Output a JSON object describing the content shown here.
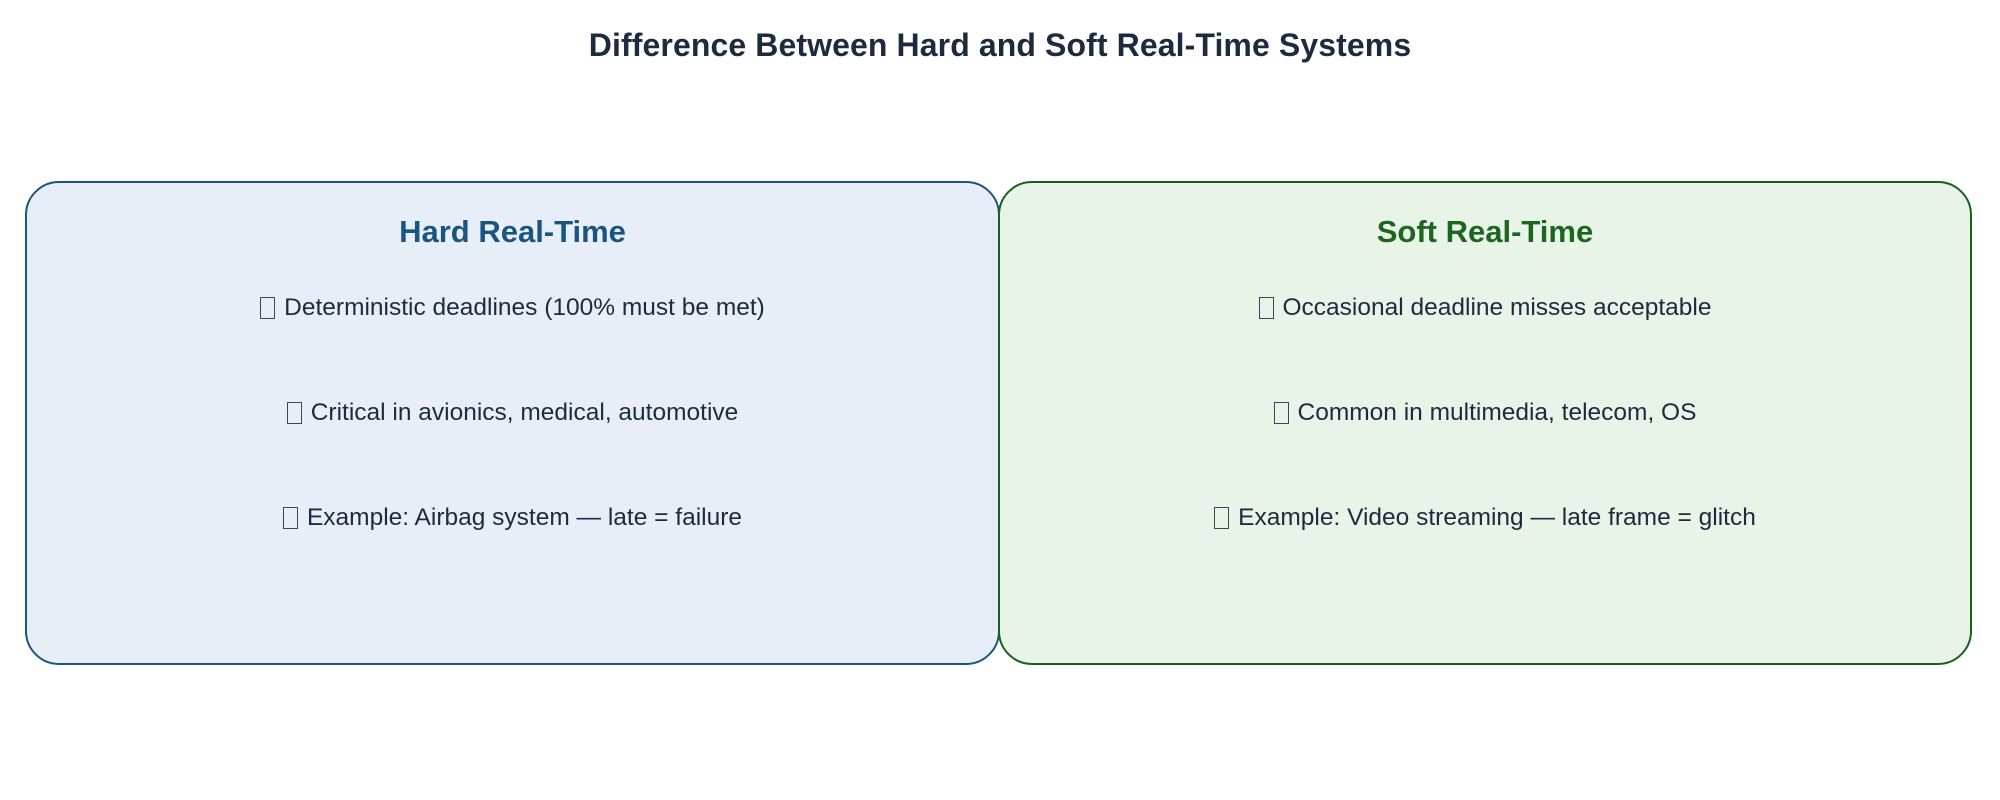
{
  "page": {
    "title": "Difference Between Hard and Soft Real-Time Systems",
    "background_color": "#ffffff",
    "title_color": "#1e2b3e"
  },
  "cards": [
    {
      "id": "hard-real-time",
      "title": "Hard Real-Time",
      "title_color": "#1a5582",
      "fill_color": "#e8eef7",
      "border_color": "#1f5582",
      "bullet_icon": "missing-glyph-box",
      "bullets": [
        "Deterministic deadlines (100% must be met)",
        "Critical in avionics, medical, automotive",
        "Example: Airbag system — late = failure"
      ]
    },
    {
      "id": "soft-real-time",
      "title": "Soft Real-Time",
      "title_color": "#1c6620",
      "fill_color": "#e7f4e7",
      "border_color": "#1d5f21",
      "bullet_icon": "missing-glyph-box",
      "bullets": [
        "Occasional deadline misses acceptable",
        "Common in multimedia, telecom, OS",
        "Example: Video streaming — late frame = glitch"
      ]
    }
  ]
}
